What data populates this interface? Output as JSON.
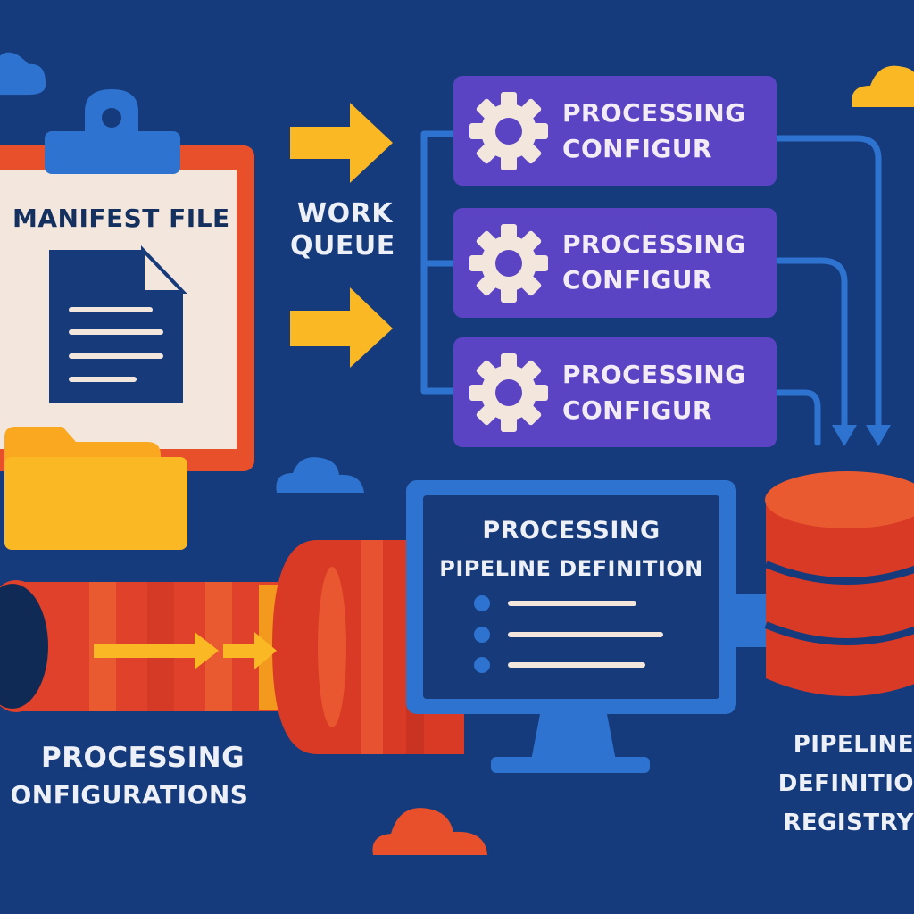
{
  "manifest": {
    "title": "MANIFEST FILE"
  },
  "queue": {
    "line1": "WORK",
    "line2": "QUEUE"
  },
  "configs": [
    {
      "line1": "PROCESSING",
      "line2": "CONFIGUR"
    },
    {
      "line1": "PROCESSING",
      "line2": "CONFIGUR"
    },
    {
      "line1": "PROCESSING",
      "line2": "CONFIGUR"
    }
  ],
  "monitor": {
    "line1": "PROCESSING",
    "line2": "PIPELINE DEFINITION"
  },
  "pipe_label": {
    "line1": "PROCESSING",
    "line2": "ONFIGURATIONS"
  },
  "registry_label": {
    "line1": "PIPELINE",
    "line2": "DEFINITIO",
    "line3": "REGISTRY"
  },
  "icons": [
    "cloud-icon",
    "clipboard-icon",
    "document-icon",
    "folder-icon",
    "arrow-right-icon",
    "gear-icon",
    "pipe-icon",
    "monitor-icon",
    "database-icon"
  ],
  "colors": {
    "background": "#153b7c",
    "card": "#5a44c3",
    "orange": "#e7502b",
    "yellow": "#fbb825",
    "blue": "#2e73cf",
    "cream": "#f3e6dd"
  }
}
